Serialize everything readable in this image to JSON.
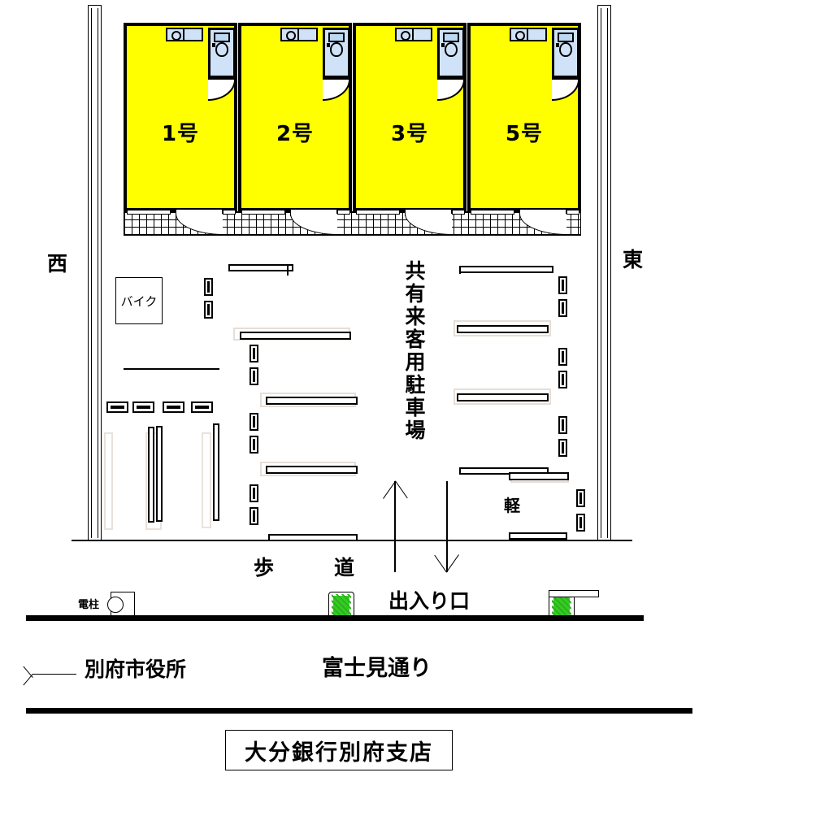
{
  "title_box": {
    "label": "大分銀行別府支店"
  },
  "directions": {
    "west": "西",
    "east": "東"
  },
  "building": {
    "units": [
      {
        "label": "1号"
      },
      {
        "label": "2号"
      },
      {
        "label": "3号"
      },
      {
        "label": "5号"
      }
    ]
  },
  "parking": {
    "visitor_label": "共有来客用駐車場",
    "bike_label": "バイク",
    "light_car_label": "軽",
    "entrance_label": "出入り口",
    "sidewalk_label_1": "歩",
    "sidewalk_label_2": "道"
  },
  "street": {
    "name": "富士見通り",
    "cityhall": "別府市役所",
    "utility_pole": "電柱"
  },
  "colors": {
    "unit_fill": "#ffff00",
    "fixture_fill": "#cfe2f7",
    "bush": "#33cc22",
    "line": "#000000"
  }
}
